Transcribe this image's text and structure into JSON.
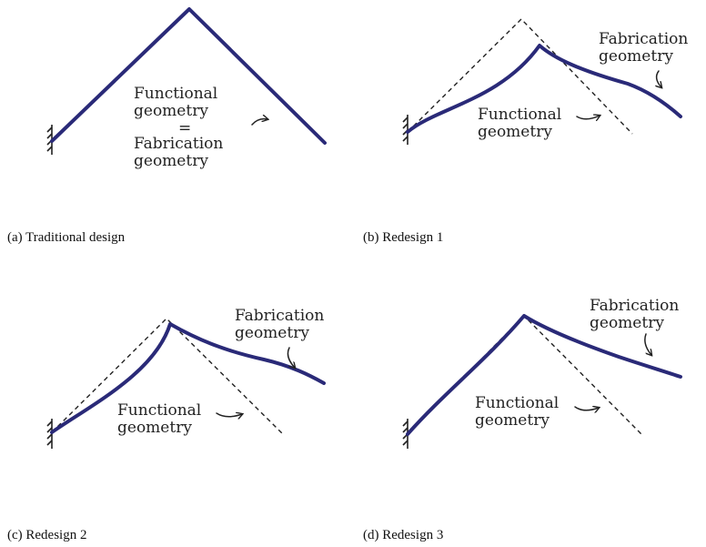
{
  "colors": {
    "fabrication_curve": "#2a2a78",
    "functional_line": "#222222",
    "text": "#222222"
  },
  "labels": {
    "functional_l1": "Functional",
    "functional_l2": "geometry",
    "equals": "=",
    "fabrication_l1": "Fabrication",
    "fabrication_l2": "geometry"
  },
  "panels": [
    {
      "caption": "(a) Traditional design"
    },
    {
      "caption": "(b) Redesign 1"
    },
    {
      "caption": "(c) Redesign 2"
    },
    {
      "caption": "(d) Redesign 3"
    }
  ],
  "icons": [
    "clamped-support-icon",
    "curved-arrow-icon"
  ]
}
